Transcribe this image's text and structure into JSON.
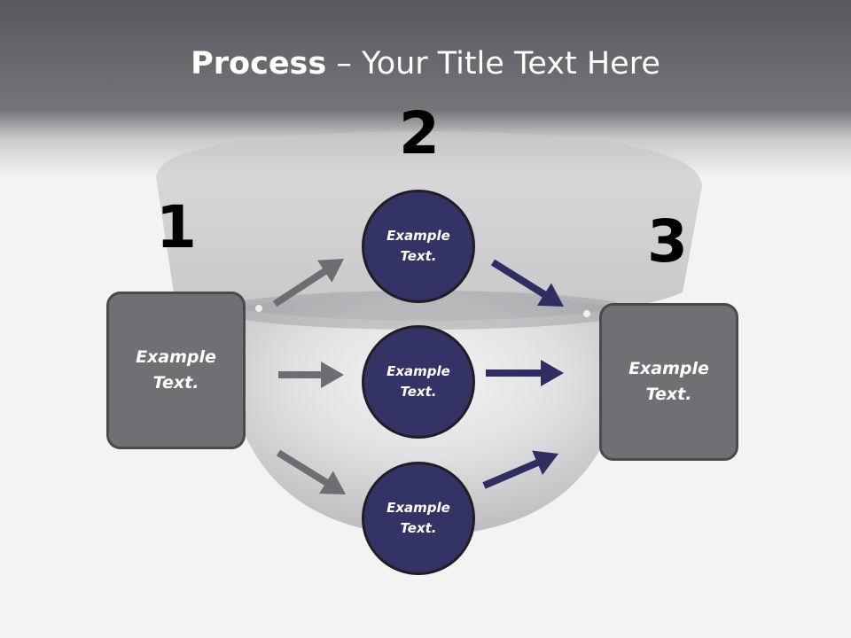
{
  "title": {
    "bold_part": "Process",
    "rest_part": " – Your Title Text Here"
  },
  "steps": {
    "one": "1",
    "two": "2",
    "three": "3"
  },
  "boxes": {
    "left": [
      "Example",
      "Text."
    ],
    "right": [
      "Example",
      "Text."
    ]
  },
  "circles": [
    [
      "Example",
      "Text."
    ],
    [
      "Example",
      "Text."
    ],
    [
      "Example",
      "Text."
    ]
  ],
  "colors": {
    "gray_arrow": "#6e6e72",
    "navy_arrow": "#2e2e62",
    "circle_fill": "#333366",
    "box_fill": "#707074"
  }
}
